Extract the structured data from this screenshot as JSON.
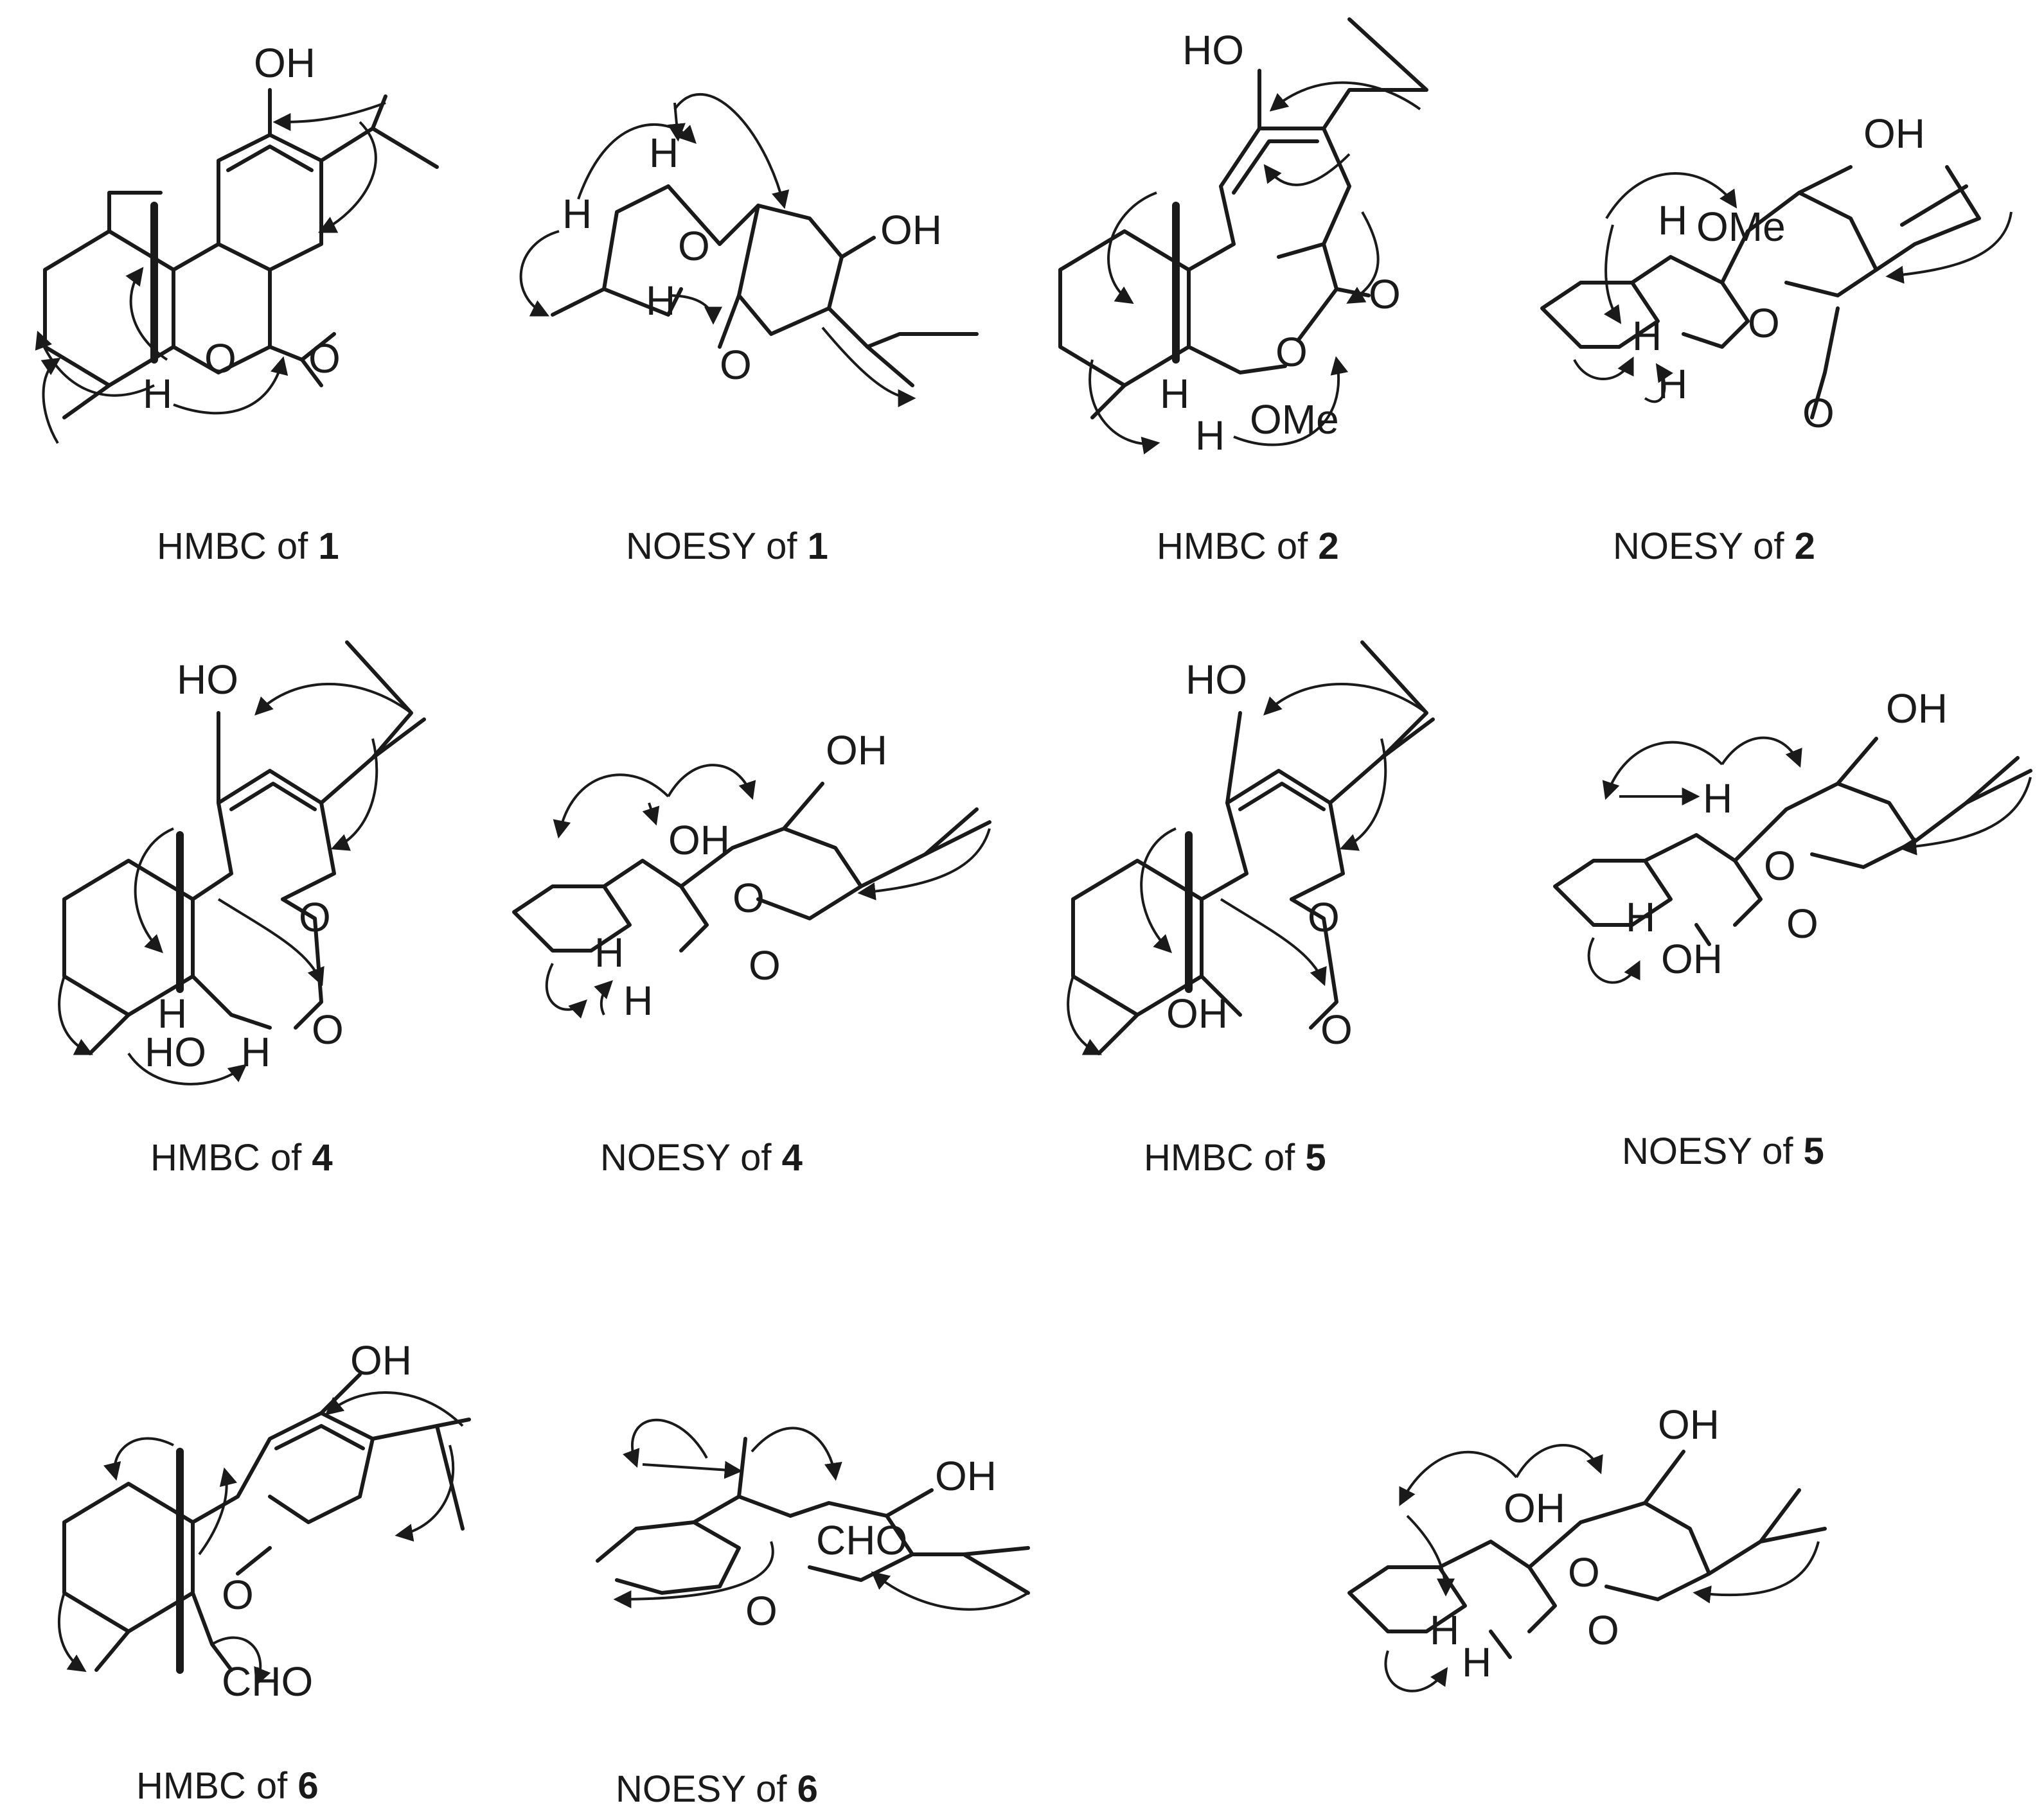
{
  "panels": [
    {
      "id": "hmbc-1",
      "caption_prefix": "HMBC of ",
      "compound": "1",
      "labels": [
        "OH",
        "H",
        "O",
        "O"
      ]
    },
    {
      "id": "noesy-1",
      "caption_prefix": "NOESY of ",
      "compound": "1",
      "labels": [
        "H",
        "H",
        "O",
        "OH",
        "H",
        "O"
      ]
    },
    {
      "id": "hmbc-2",
      "caption_prefix": "HMBC of ",
      "compound": "2",
      "labels": [
        "HO",
        "O",
        "O",
        "H",
        "OMe",
        "H"
      ]
    },
    {
      "id": "noesy-2",
      "caption_prefix": "NOESY of ",
      "compound": "2",
      "labels": [
        "OH",
        "H",
        "OMe",
        "H",
        "O",
        "H",
        "O"
      ]
    },
    {
      "id": "hmbc-4",
      "caption_prefix": "HMBC of ",
      "compound": "4",
      "labels": [
        "HO",
        "O",
        "H",
        "O",
        "HO",
        "H"
      ]
    },
    {
      "id": "noesy-4",
      "caption_prefix": "NOESY of ",
      "compound": "4",
      "labels": [
        "OH",
        "OH",
        "O",
        "H",
        "O",
        "H"
      ]
    },
    {
      "id": "hmbc-5",
      "caption_prefix": "HMBC of ",
      "compound": "5",
      "labels": [
        "HO",
        "O",
        "OH",
        "O"
      ]
    },
    {
      "id": "noesy-5",
      "caption_prefix": "NOESY of ",
      "compound": "5",
      "labels": [
        "OH",
        "H",
        "O",
        "H",
        "O",
        "OH"
      ]
    },
    {
      "id": "hmbc-6",
      "caption_prefix": "HMBC of ",
      "compound": "6",
      "labels": [
        "OH",
        "O",
        "CHO"
      ]
    },
    {
      "id": "noesy-6",
      "caption_prefix": "NOESY of ",
      "compound": "6",
      "labels": [
        "OH",
        "CHO",
        "O"
      ]
    },
    {
      "id": "extra",
      "caption_prefix": "",
      "compound": "",
      "labels": [
        "OH",
        "OH",
        "O",
        "H",
        "O",
        "H"
      ]
    }
  ]
}
